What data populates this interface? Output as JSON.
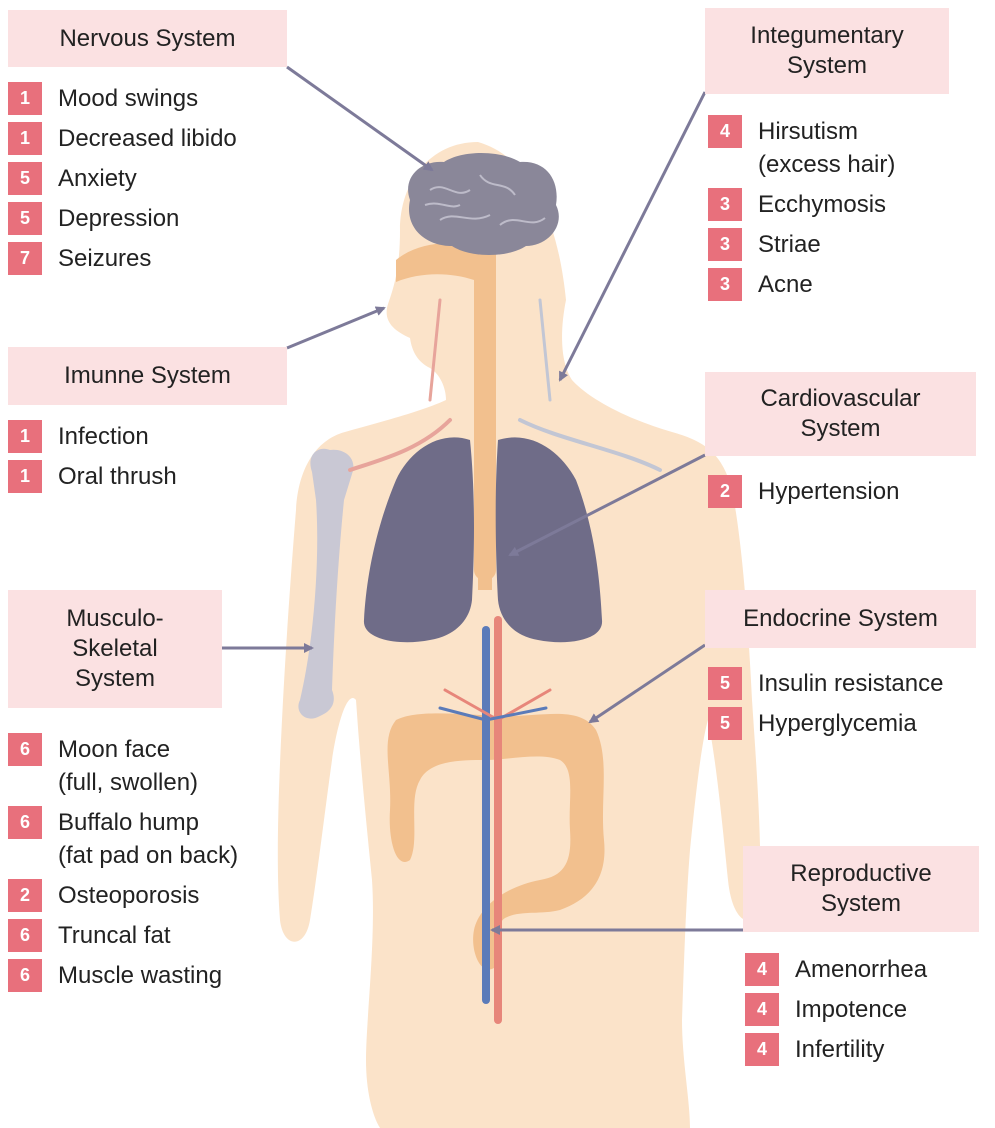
{
  "colors": {
    "box_bg": "#fbe1e2",
    "badge_bg": "#e8707c",
    "arrow": "#7d7a99",
    "body_skin": "#fbe3c9",
    "digestive": "#f2c08e",
    "lungs": "#6f6c88",
    "brain": "#8a8799"
  },
  "systems": {
    "nervous": {
      "label": "Nervous System",
      "items": [
        {
          "n": "1",
          "text": "Mood swings"
        },
        {
          "n": "1",
          "text": "Decreased libido"
        },
        {
          "n": "5",
          "text": "Anxiety"
        },
        {
          "n": "5",
          "text": "Depression"
        },
        {
          "n": "7",
          "text": "Seizures"
        }
      ]
    },
    "immune": {
      "label": "Imunne System",
      "items": [
        {
          "n": "1",
          "text": "Infection"
        },
        {
          "n": "1",
          "text": "Oral thrush"
        }
      ]
    },
    "musculoskeletal": {
      "label_lines": [
        "Musculo-",
        "Skeletal",
        "System"
      ],
      "items": [
        {
          "n": "6",
          "lines": [
            "Moon face",
            "(full, swollen)"
          ]
        },
        {
          "n": "6",
          "lines": [
            "Buffalo hump",
            "(fat pad on back)"
          ]
        },
        {
          "n": "2",
          "lines": [
            "Osteoporosis"
          ]
        },
        {
          "n": "6",
          "lines": [
            "Truncal fat"
          ]
        },
        {
          "n": "6",
          "lines": [
            "Muscle wasting"
          ]
        }
      ]
    },
    "integumentary": {
      "label_lines": [
        "Integumentary",
        "System"
      ],
      "items": [
        {
          "n": "4",
          "lines": [
            "Hirsutism",
            "(excess hair)"
          ]
        },
        {
          "n": "3",
          "lines": [
            "Ecchymosis"
          ]
        },
        {
          "n": "3",
          "lines": [
            "Striae"
          ]
        },
        {
          "n": "3",
          "lines": [
            "Acne"
          ]
        }
      ]
    },
    "cardiovascular": {
      "label_lines": [
        "Cardiovascular",
        "System"
      ],
      "items": [
        {
          "n": "2",
          "text": "Hypertension"
        }
      ]
    },
    "endocrine": {
      "label": "Endocrine System",
      "items": [
        {
          "n": "5",
          "text": "Insulin resistance"
        },
        {
          "n": "5",
          "text": "Hyperglycemia"
        }
      ]
    },
    "reproductive": {
      "label_lines": [
        "Reproductive",
        "System"
      ],
      "items": [
        {
          "n": "4",
          "text": "Amenorrhea"
        },
        {
          "n": "4",
          "text": "Impotence"
        },
        {
          "n": "4",
          "text": "Infertility"
        }
      ]
    }
  }
}
